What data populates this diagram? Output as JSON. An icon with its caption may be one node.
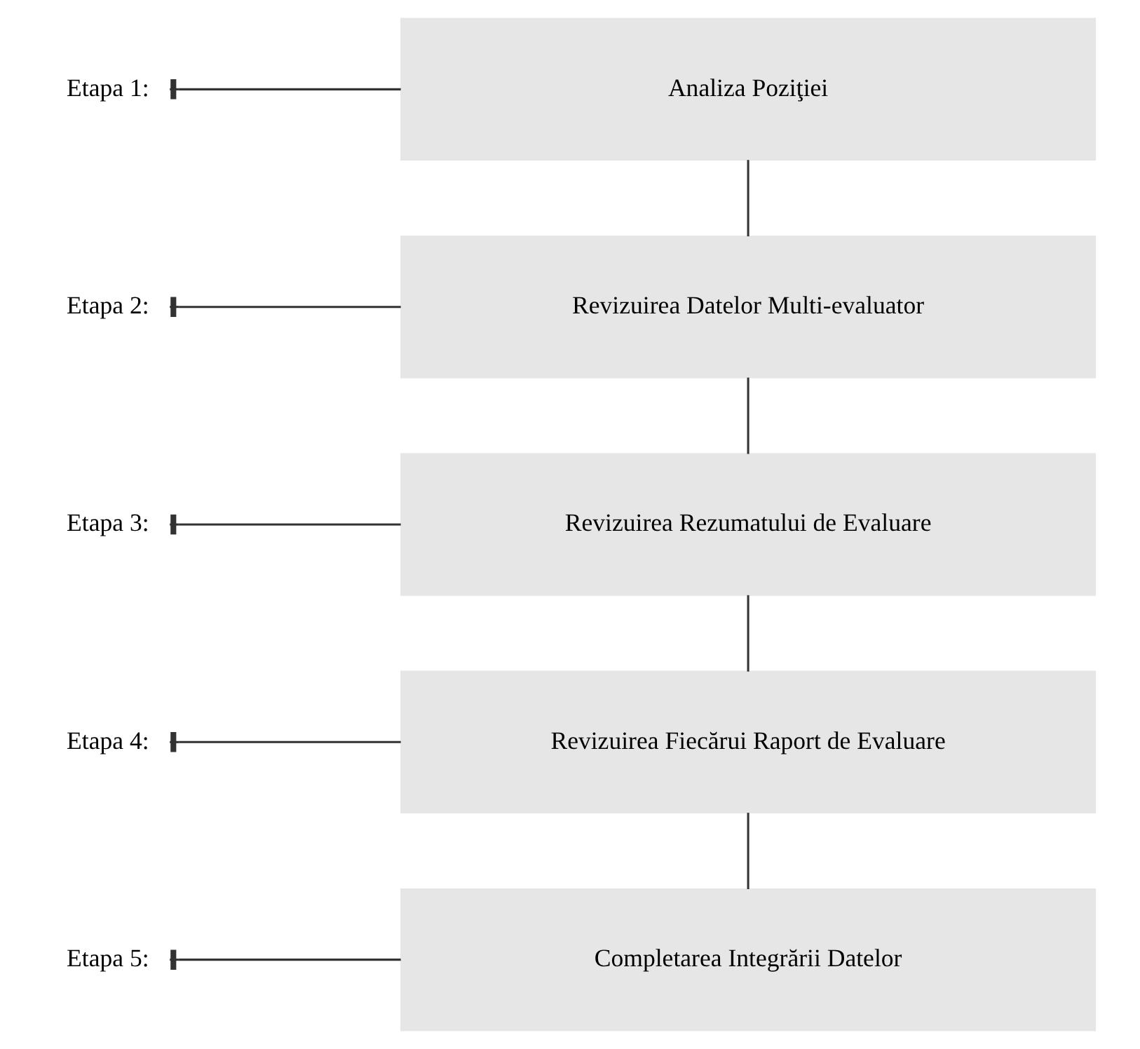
{
  "diagram": {
    "nodes": [
      {
        "text": [
          "Etapa 1:"
        ]
      },
      {
        "text": [
          "Analiza Poziţiei"
        ]
      },
      {
        "text": [
          "Etapa 2:"
        ]
      },
      {
        "text": [
          "Revizuirea Datelor Multi-evaluator"
        ]
      },
      {
        "text": [
          "Etapa 3:"
        ]
      },
      {
        "text": [
          "Revizuirea Rezumatului de Evaluare"
        ]
      },
      {
        "text": [
          "Etapa 4:"
        ]
      },
      {
        "text": [
          "Revizuirea Fiecărui Raport de Evaluare"
        ]
      },
      {
        "text": [
          "Etapa 5:"
        ]
      },
      {
        "text": [
          "Completarea Integrării Datelor"
        ]
      }
    ],
    "edges": [
      {
        "from": 0,
        "to": 1,
        "arrow": "other"
      },
      {
        "from": 2,
        "to": 3,
        "arrow": "other"
      },
      {
        "from": 4,
        "to": 5,
        "arrow": "other"
      },
      {
        "from": 6,
        "to": 7,
        "arrow": "other"
      },
      {
        "from": 8,
        "to": 9,
        "arrow": "other"
      },
      {
        "from": 1,
        "to": 3,
        "arrow": "none"
      },
      {
        "from": 3,
        "to": 5,
        "arrow": "none"
      },
      {
        "from": 5,
        "to": 7,
        "arrow": "none"
      },
      {
        "from": 7,
        "to": 9,
        "arrow": "none"
      }
    ]
  }
}
